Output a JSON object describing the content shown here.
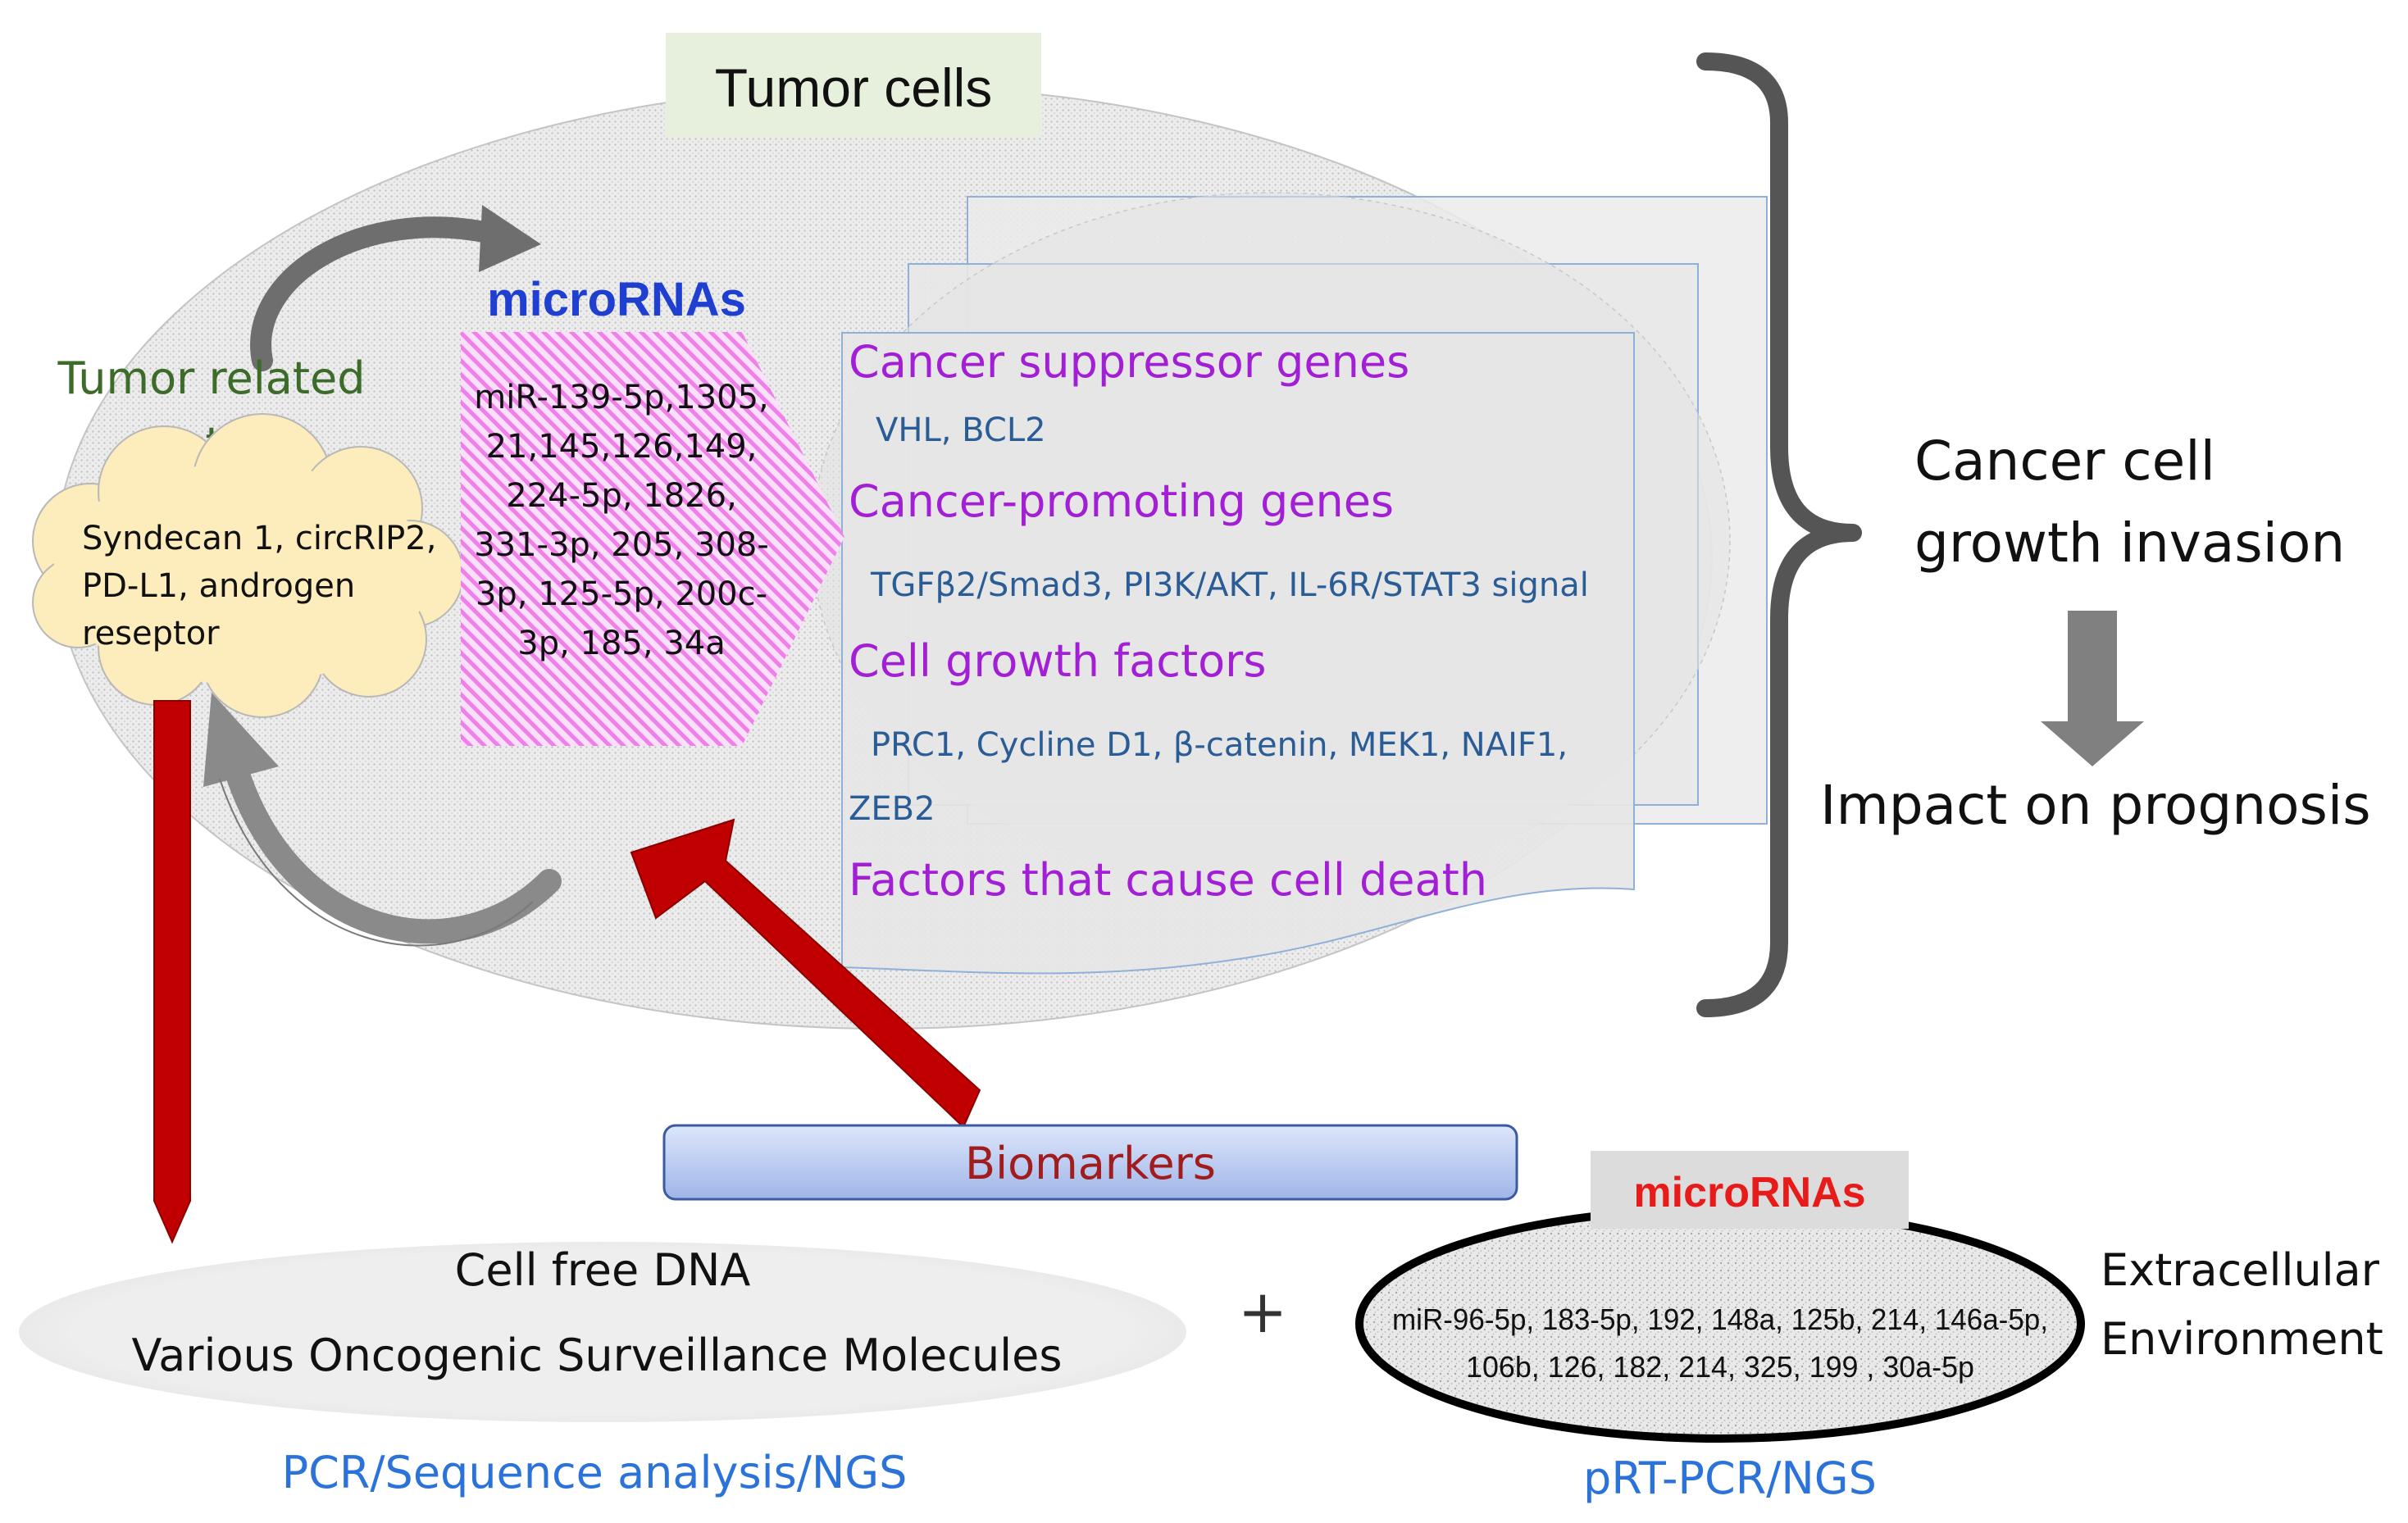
{
  "colors": {
    "microrna_title": "#1f3fd1",
    "gene_heading": "#a21fd6",
    "gene_item": "#2a5c96",
    "protein_title": "#3c6b2a",
    "biomarker_text": "#a11c1c",
    "red_arrow": "#c00000",
    "method_text": "#2b73d9",
    "extracellular_microrna_title": "#e81b1b"
  },
  "tumor_cells": {
    "title": "Tumor cells"
  },
  "tumor_protein": {
    "title_line1": "Tumor related",
    "title_line2": "protein",
    "cloud_line1": "Syndecan 1, circRIP2,",
    "cloud_line2": "PD-L1, androgen",
    "cloud_line3": "reseptor"
  },
  "micrornas": {
    "title": "microRNAs",
    "lines": [
      "miR-139-5p,1305,",
      "21,145,126,149,",
      "224-5p, 1826,",
      "331-3p, 205, 308-",
      "3p, 125-5p, 200c-",
      "3p, 185, 34a"
    ]
  },
  "genes": {
    "suppressor_heading": "Cancer suppressor genes",
    "suppressor_items": "VHL, BCL2",
    "promoting_heading": "Cancer-promoting genes",
    "promoting_items": "TGFβ2/Smad3, PI3K/AKT, IL-6R/STAT3 signal",
    "growth_heading": "Cell growth factors",
    "growth_items_line1": "PRC1, Cycline D1, β-catenin, MEK1, NAIF1,",
    "growth_items_line2": "ZEB2",
    "death_heading": "Factors that cause cell death"
  },
  "outcome": {
    "line1": "Cancer cell",
    "line2": "growth invasion",
    "impact": "Impact on prognosis"
  },
  "biomarkers": {
    "label": "Biomarkers"
  },
  "cell_free": {
    "line1": "Cell free DNA",
    "line2": "Various Oncogenic Surveillance Molecules",
    "method": "PCR/Sequence analysis/NGS"
  },
  "plus_sign": "+",
  "extracellular": {
    "title": "microRNAs",
    "line1": "miR-96-5p, 183-5p, 192, 148a, 125b, 214, 146a-5p,",
    "line2": "106b, 126, 182, 214, 325, 199 , 30a-5p",
    "environment_line1": "Extracellular",
    "environment_line2": "Environment",
    "method": "pRT-PCR/NGS"
  }
}
